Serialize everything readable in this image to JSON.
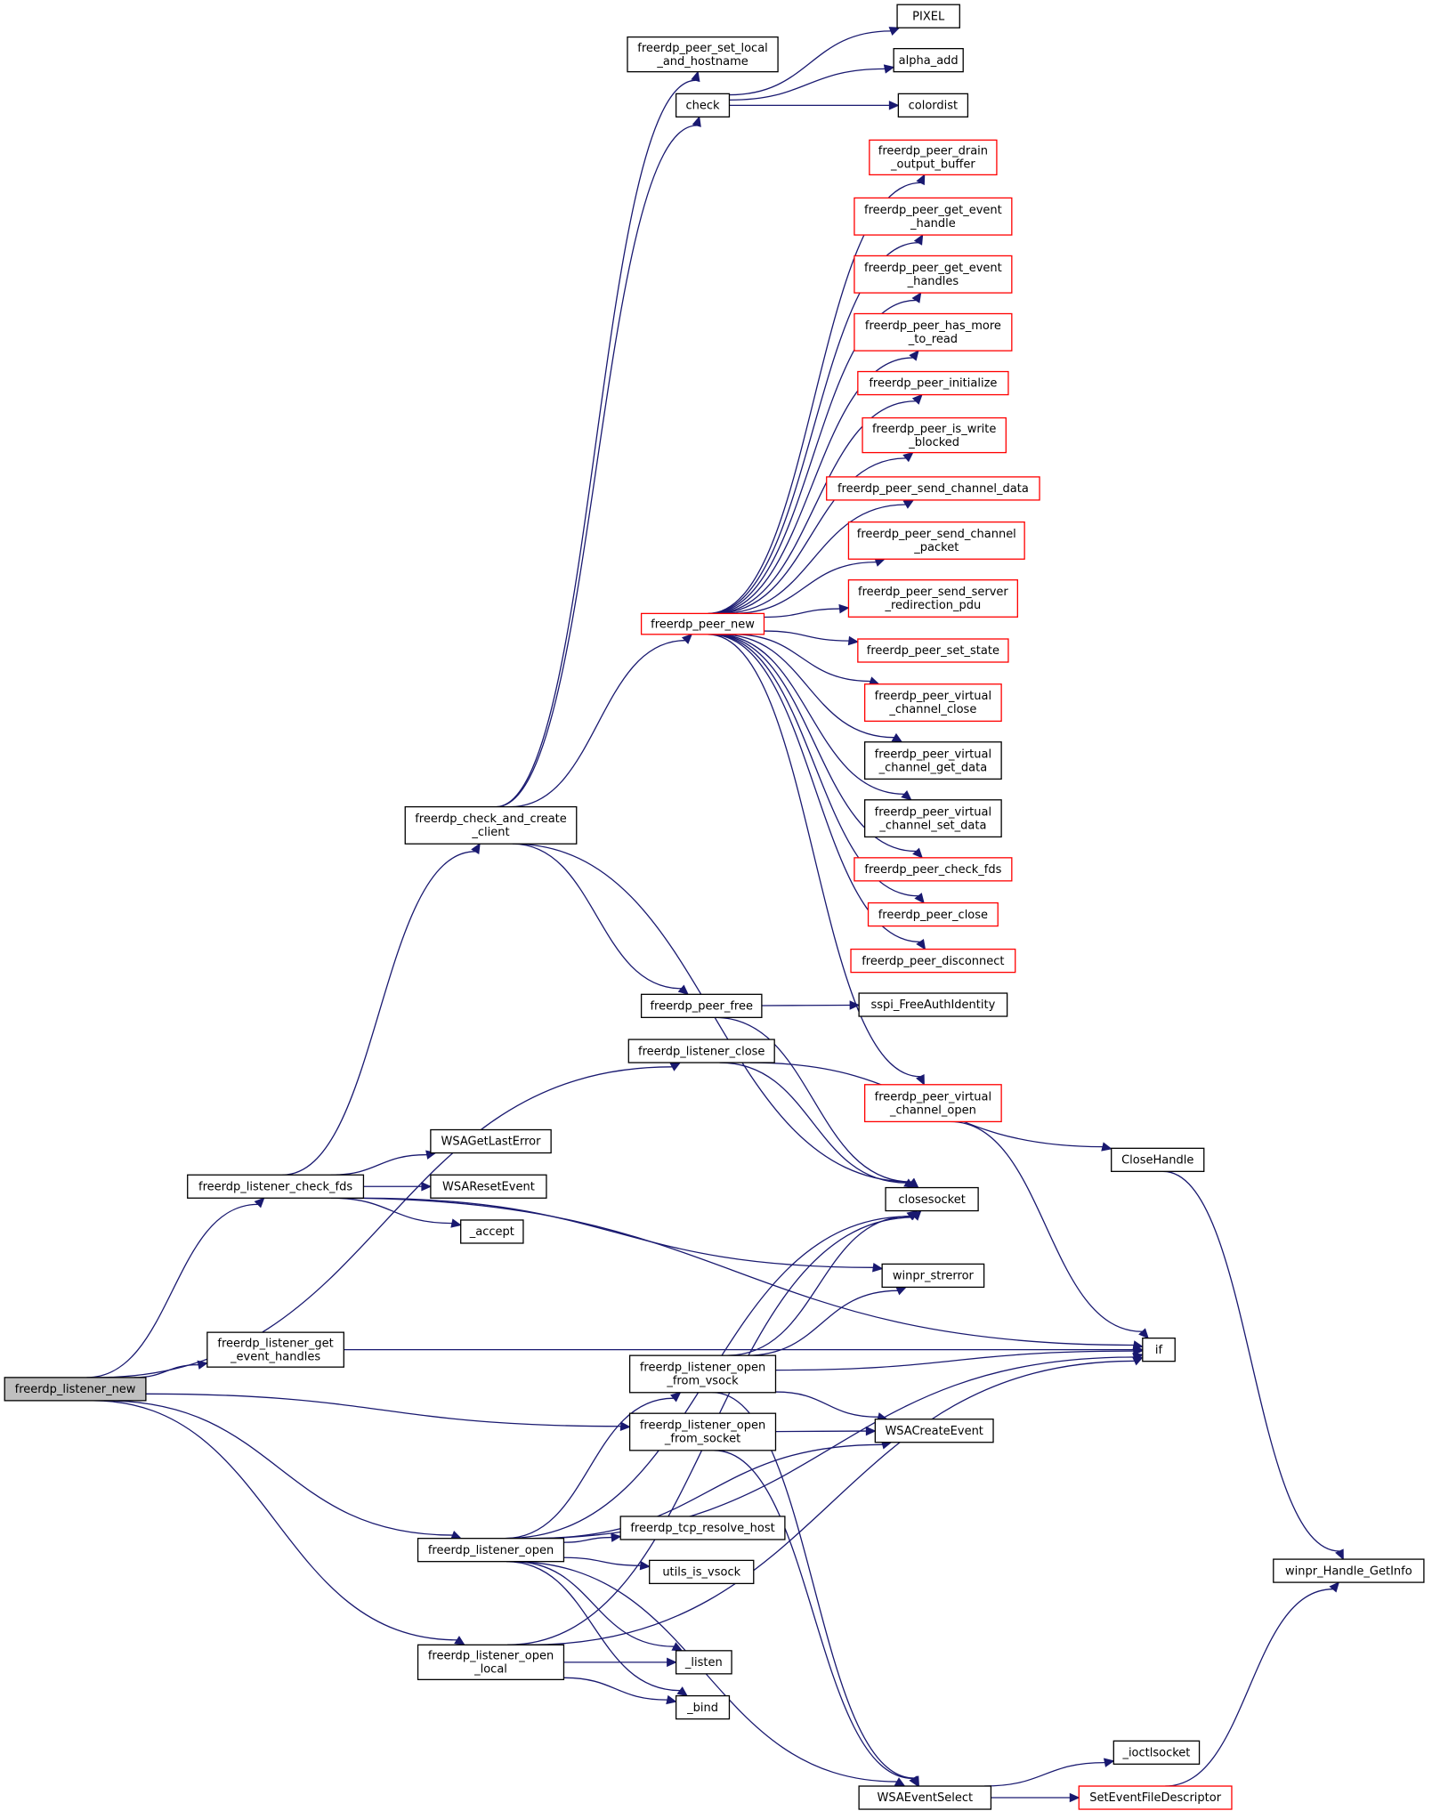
{
  "nodes": {
    "root": [
      "freerdp_listener_new"
    ],
    "check_fds": [
      "freerdp_listener_check_fds"
    ],
    "get_event_handles": [
      "freerdp_listener_get",
      "_event_handles"
    ],
    "listener_open": [
      "freerdp_listener_open"
    ],
    "open_local": [
      "freerdp_listener_open",
      "_local"
    ],
    "check_and_create": [
      "freerdp_check_and_create",
      "_client"
    ],
    "listener_close": [
      "freerdp_listener_close"
    ],
    "peer_set_local": [
      "freerdp_peer_set_local",
      "_and_hostname"
    ],
    "check": [
      "check"
    ],
    "peer_new": [
      "freerdp_peer_new"
    ],
    "peer_free": [
      "freerdp_peer_free"
    ],
    "open_vsock": [
      "freerdp_listener_open",
      "_from_vsock"
    ],
    "open_socket": [
      "freerdp_listener_open",
      "_from_socket"
    ],
    "tcp_resolve": [
      "freerdp_tcp_resolve_host"
    ],
    "is_vsock": [
      "utils_is_vsock"
    ],
    "listen": [
      "_listen"
    ],
    "bind": [
      "_bind"
    ],
    "pixel": [
      "PIXEL"
    ],
    "alpha_add": [
      "alpha_add"
    ],
    "colordist": [
      "colordist"
    ],
    "drain": [
      "freerdp_peer_drain",
      "_output_buffer"
    ],
    "get_event_handle": [
      "freerdp_peer_get_event",
      "_handle"
    ],
    "get_event_handles2": [
      "freerdp_peer_get_event",
      "_handles"
    ],
    "has_more": [
      "freerdp_peer_has_more",
      "_to_read"
    ],
    "initialize": [
      "freerdp_peer_initialize"
    ],
    "is_write": [
      "freerdp_peer_is_write",
      "_blocked"
    ],
    "send_channel_data": [
      "freerdp_peer_send_channel_data"
    ],
    "send_channel_packet": [
      "freerdp_peer_send_channel",
      "_packet"
    ],
    "send_server": [
      "freerdp_peer_send_server",
      "_redirection_pdu"
    ],
    "set_state": [
      "freerdp_peer_set_state"
    ],
    "vc_close": [
      "freerdp_peer_virtual",
      "_channel_close"
    ],
    "vc_get": [
      "freerdp_peer_virtual",
      "_channel_get_data"
    ],
    "vc_set": [
      "freerdp_peer_virtual",
      "_channel_set_data"
    ],
    "check_fds2": [
      "freerdp_peer_check_fds"
    ],
    "peer_close": [
      "freerdp_peer_close"
    ],
    "disconnect": [
      "freerdp_peer_disconnect"
    ],
    "sspi": [
      "sspi_FreeAuthIdentity"
    ],
    "vc_open": [
      "freerdp_peer_virtual",
      "_channel_open"
    ],
    "wsa_last_error": [
      "WSAGetLastError"
    ],
    "wsa_reset": [
      "WSAResetEvent"
    ],
    "accept": [
      "_accept"
    ],
    "closesocket": [
      "closesocket"
    ],
    "strerror": [
      "winpr_strerror"
    ],
    "wsa_create": [
      "WSACreateEvent"
    ],
    "wsa_select": [
      "WSAEventSelect"
    ],
    "ioctl": [
      "_ioctlsocket"
    ],
    "set_event_fd": [
      "SetEventFileDescriptor"
    ],
    "if": [
      "if"
    ],
    "close_handle": [
      "CloseHandle"
    ],
    "handle_getinfo": [
      "winpr_Handle_GetInfo"
    ]
  }
}
